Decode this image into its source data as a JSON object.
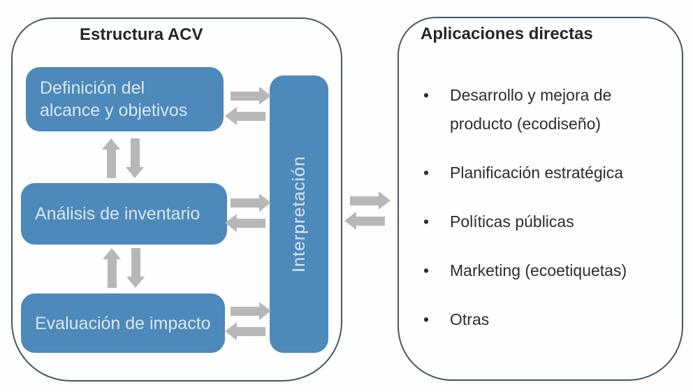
{
  "diagram": {
    "left_panel": {
      "title": "Estructura ACV",
      "boxes": [
        {
          "lines": [
            "Definición del",
            "alcance y objetivos"
          ]
        },
        {
          "lines": [
            "Análisis de inventario"
          ]
        },
        {
          "lines": [
            "Evaluación de impacto"
          ]
        }
      ],
      "interpretation_label": "Interpretación"
    },
    "right_panel": {
      "title": "Aplicaciones directas",
      "bullet_glyph": "•",
      "bullets": [
        {
          "lines": [
            "Desarrollo y mejora de",
            "producto (ecodiseño)"
          ]
        },
        {
          "lines": [
            "Planificación estratégica"
          ]
        },
        {
          "lines": [
            "Políticas públicas"
          ]
        },
        {
          "lines": [
            "Marketing (ecoetiquetas)"
          ]
        },
        {
          "lines": [
            "Otras"
          ]
        }
      ]
    },
    "colors": {
      "process_box_blue": "#4d89ba",
      "process_box_text": "#dbe8f4",
      "arrow_gray": "#b7b7b7",
      "panel_border": "#475763",
      "title_text": "#262626",
      "bullet_text": "#2d2d2d"
    }
  }
}
